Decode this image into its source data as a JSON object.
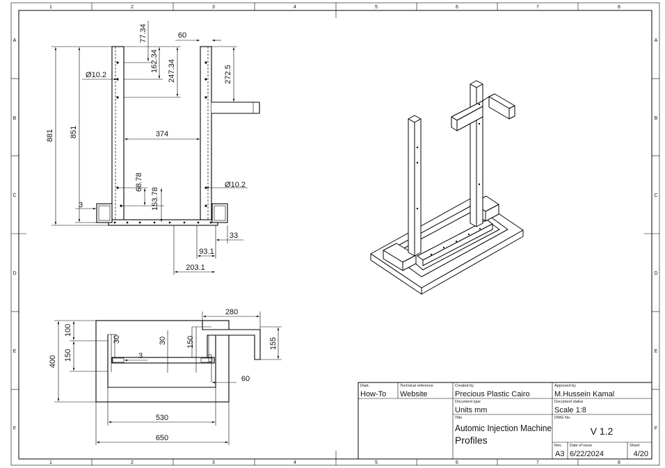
{
  "zones": {
    "columns": [
      "1",
      "2",
      "3",
      "4",
      "5",
      "6",
      "7",
      "8"
    ],
    "rows": [
      "A",
      "B",
      "C",
      "D",
      "E",
      "F"
    ]
  },
  "front_view": {
    "dims": {
      "d77": "77.34",
      "d60": "60",
      "d162": "162.34",
      "d247": "247.34",
      "d272": "272.5",
      "dia_left": "Ø10.2",
      "d881": "881",
      "d851": "851",
      "d374": "374",
      "d68": "68.78",
      "d153": "153.78",
      "dia_right": "Ø10.2",
      "d3": "3",
      "d33": "33",
      "d93": "93.1",
      "d203": "203.1"
    }
  },
  "top_view": {
    "dims": {
      "d280": "280",
      "d100": "100",
      "d155": "155",
      "d150a": "150",
      "d30a": "30",
      "d30b": "30",
      "d150b": "150",
      "d400": "400",
      "d3": "3",
      "d60": "60",
      "d530": "530",
      "d650": "650"
    }
  },
  "title_block": {
    "dept_label": "Dept.",
    "dept": "How-To",
    "techref_label": "Technical reference",
    "techref": "Website",
    "created_label": "Created by",
    "created": "Precious Plastic Cairo",
    "approved_label": "Approved by",
    "approved": "M.Hussein Kamal",
    "doctype_label": "Document type",
    "doctype": "Units mm",
    "status_label": "Document status",
    "status": "Scale 1:8",
    "title_label": "Title",
    "title_line1": "Automic Injection Machine",
    "title_line2": "Profiles",
    "dwg_label": "DWG No.",
    "dwg": "V 1.2",
    "rev_label": "Rev.",
    "rev": "A3",
    "date_label": "Date of issue",
    "date": "6/22/2024",
    "sheet_label": "Sheet",
    "sheet": "4/20"
  }
}
